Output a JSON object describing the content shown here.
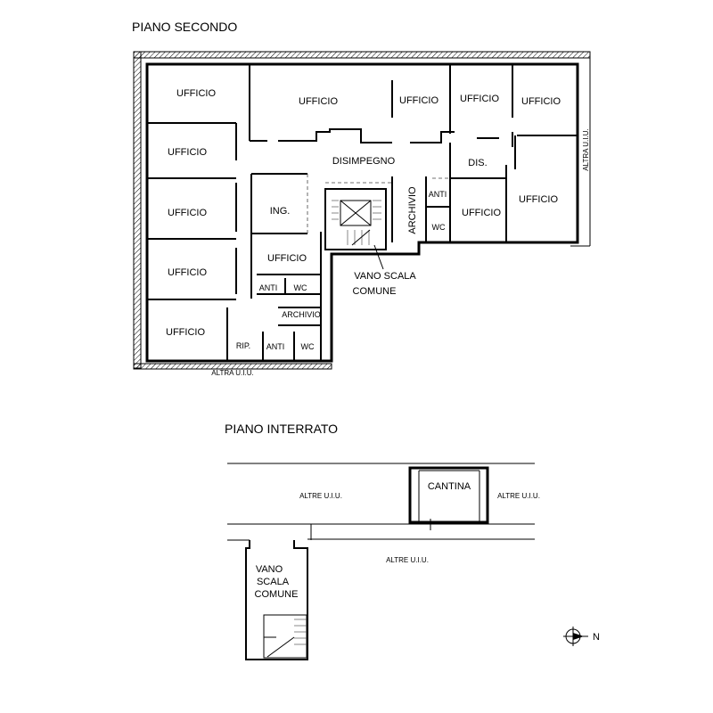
{
  "floors": {
    "second": {
      "title": "PIANO SECONDO",
      "rooms": {
        "ufficio_1": "UFFICIO",
        "ufficio_2": "UFFICIO",
        "ufficio_3": "UFFICIO",
        "ufficio_4": "UFFICIO",
        "ufficio_5": "UFFICIO",
        "ufficio_6": "UFFICIO",
        "ufficio_7": "UFFICIO",
        "ufficio_8": "UFFICIO",
        "ufficio_9": "UFFICIO",
        "ufficio_10": "UFFICIO",
        "ufficio_11": "UFFICIO",
        "ufficio_12": "UFFICIO",
        "disimpegno": "DISIMPEGNO",
        "dis": "DIS.",
        "ing": "ING.",
        "archivio_v": "ARCHIVIO",
        "archivio_h": "ARCHIVIO",
        "anti_1": "ANTI",
        "anti_2": "ANTI",
        "anti_3": "ANTI",
        "wc_1": "WC",
        "wc_2": "WC",
        "wc_3": "WC",
        "rip": "RIP.",
        "vano_line1": "VANO SCALA",
        "vano_line2": "COMUNE",
        "altra_uiu_bottom": "ALTRA U.I.U.",
        "altra_uiu_side": "ALTRA U.I.U."
      }
    },
    "basement": {
      "title": "PIANO INTERRATO",
      "rooms": {
        "cantina": "CANTINA",
        "altre_left": "ALTRE U.I.U.",
        "altre_right": "ALTRE U.I.U.",
        "altre_bottom": "ALTRE U.I.U.",
        "vano_line1": "VANO",
        "vano_line2": "SCALA",
        "vano_line3": "COMUNE"
      }
    }
  },
  "north_symbol": {
    "icon": "north-arrow-icon",
    "label": "N"
  },
  "colors": {
    "line": "#000000",
    "background": "#ffffff"
  }
}
